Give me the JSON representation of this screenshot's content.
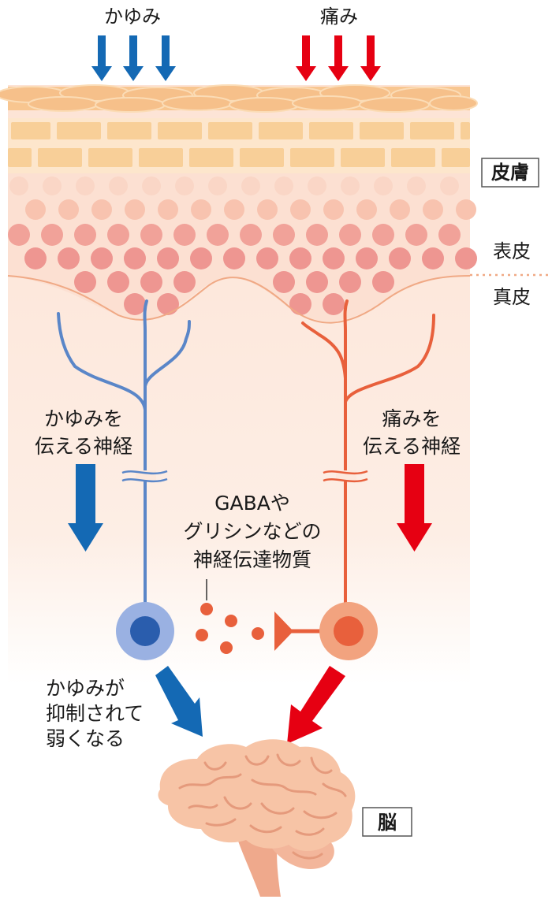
{
  "stimuli": {
    "itch": "かゆみ",
    "pain": "痛み"
  },
  "layers": {
    "skin": "皮膚",
    "epidermis": "表皮",
    "dermis": "真皮"
  },
  "nerves": {
    "itch_line1": "かゆみを",
    "itch_line2": "伝える神経",
    "pain_line1": "痛みを",
    "pain_line2": "伝える神経"
  },
  "transmitter": {
    "line1": "GABAや",
    "line2": "グリシンなどの",
    "line3": "神経伝達物質"
  },
  "result": {
    "line1": "かゆみが",
    "line2": "抑制されて",
    "line3": "弱くなる"
  },
  "brain": "脳",
  "colors": {
    "itch_blue": "#1469b4",
    "pain_red": "#e60012",
    "itch_nerve": "#5a86c8",
    "pain_nerve": "#e8603c",
    "skin": "#f5a98a"
  }
}
